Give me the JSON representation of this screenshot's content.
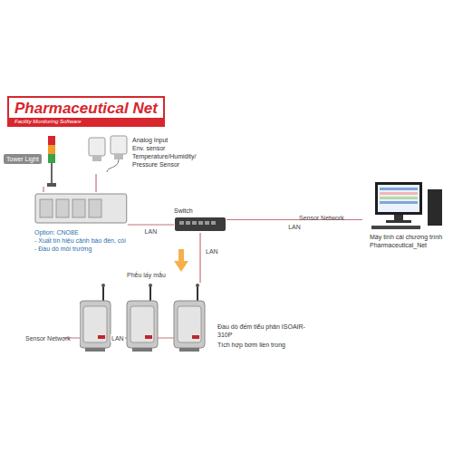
{
  "diagram": {
    "nodes": [
      {
        "text": [
          "Pharmaceutical Net",
          "Facility Monitoring Software"
        ]
      },
      {
        "text": [
          "Tower Light"
        ]
      },
      {
        "text": [
          "Analog Input",
          "Env. sensor",
          "Temperature/Humidity/ Pressure Sensor"
        ]
      },
      {
        "text": [
          "Option: CNO8E",
          "- Xuất tín hiệu cảnh báo đèn, còi",
          "- Đầu dò môi trường"
        ]
      },
      {
        "text": [
          "Switch"
        ]
      },
      {
        "text": [
          "Máy tính cài chương trình Pharmaceutical_Net"
        ]
      },
      {
        "text": [
          "Đầu dò đếm tiểu phân ISOAIR-310P",
          "Tích hợp bơm liền trong"
        ]
      }
    ],
    "edges": [
      {
        "from": 3,
        "to": 4,
        "label": "LAN",
        "arrow": "none"
      },
      {
        "from": 4,
        "to": 5,
        "label": "LAN",
        "arrow": "none"
      },
      {
        "from": 4,
        "to": 6,
        "label": "LAN",
        "arrow": "none"
      },
      {
        "from": 1,
        "to": 3,
        "arrow": "none"
      },
      {
        "from": 2,
        "to": 3,
        "arrow": "none"
      }
    ],
    "labels": [
      "Sensor Network",
      "Phễu lấy mẫu",
      "Sensor Network",
      "LAN"
    ]
  }
}
